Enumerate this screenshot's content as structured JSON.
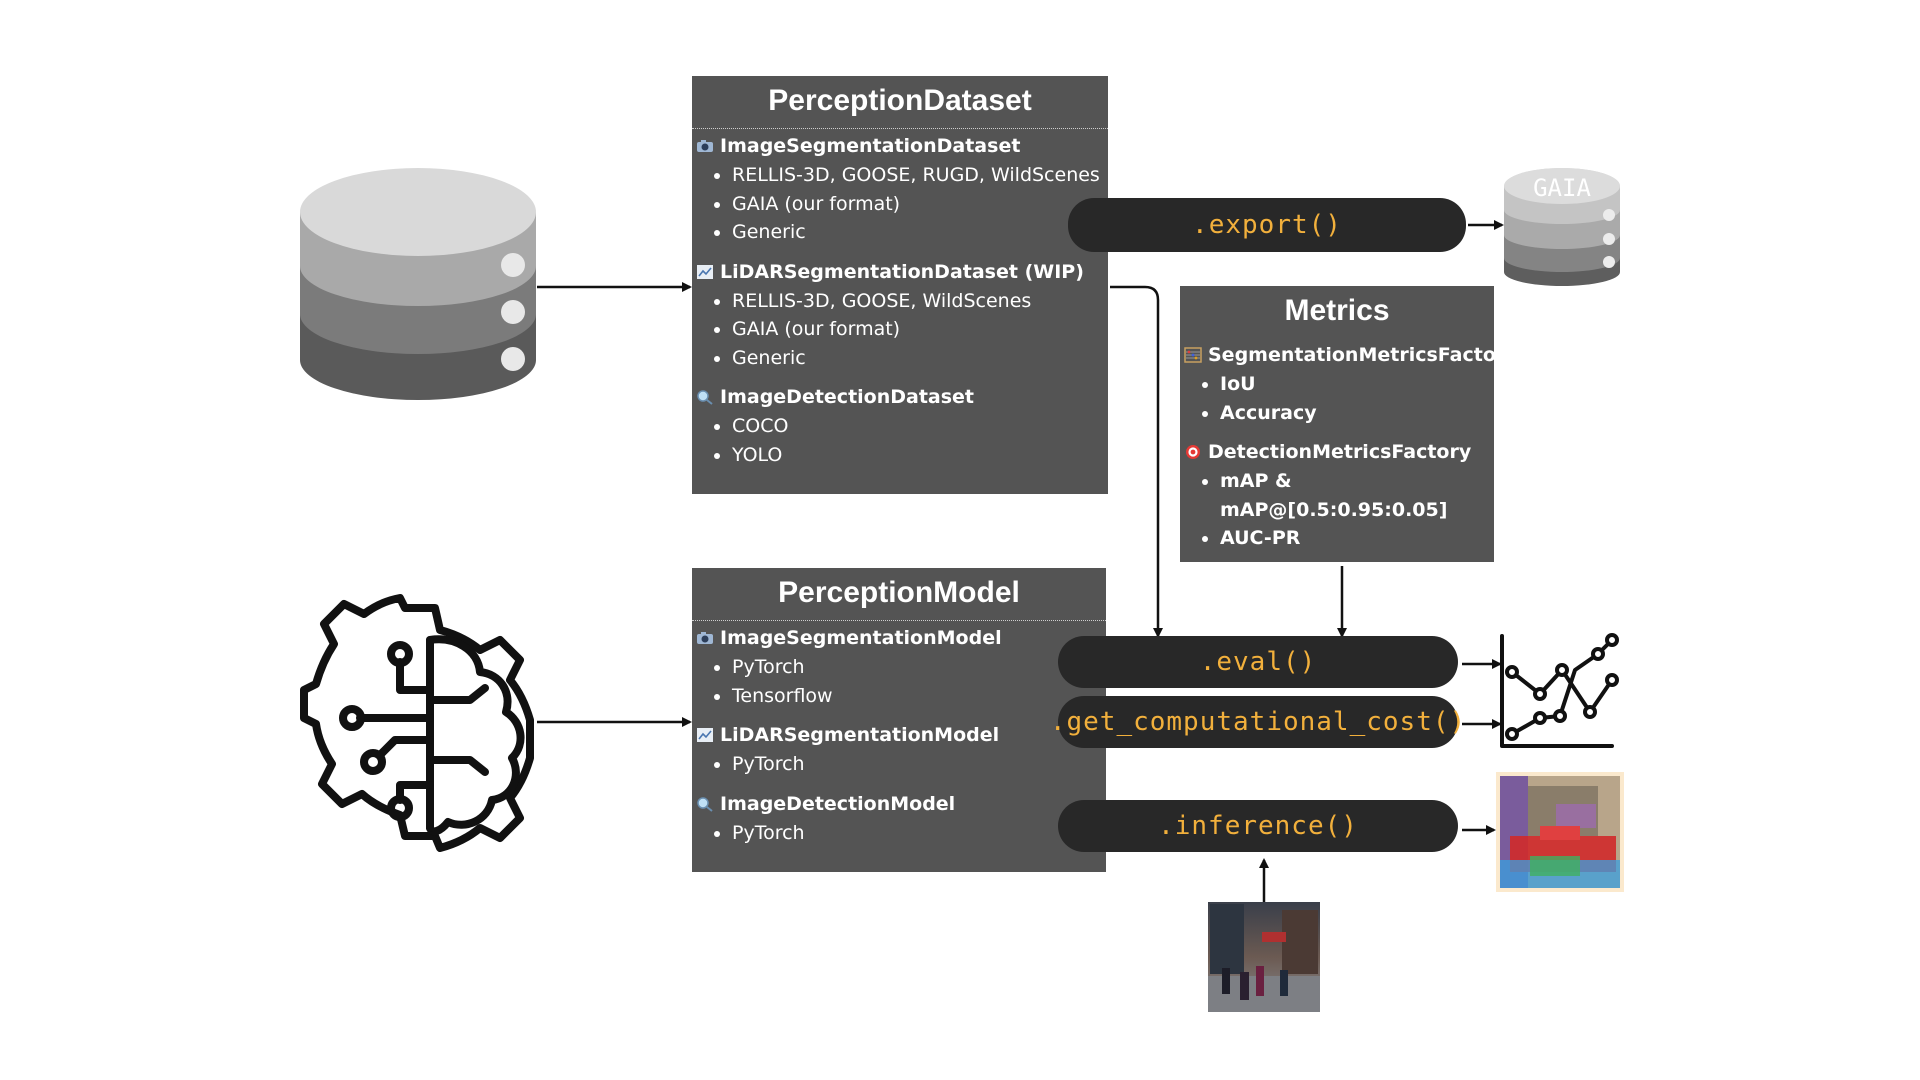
{
  "dataset_panel": {
    "title": "PerceptionDataset",
    "sections": [
      {
        "icon": "camera-icon",
        "name": "ImageSegmentationDataset",
        "items": [
          "RELLIS-3D, GOOSE, RUGD, WildScenes",
          "GAIA (our format)",
          "Generic"
        ]
      },
      {
        "icon": "chart-icon",
        "name": "LiDARSegmentationDataset (WIP)",
        "items": [
          "RELLIS-3D, GOOSE, WildScenes",
          "GAIA (our format)",
          "Generic"
        ]
      },
      {
        "icon": "magnifier-icon",
        "name": "ImageDetectionDataset",
        "items": [
          "COCO",
          "YOLO"
        ]
      }
    ]
  },
  "model_panel": {
    "title": "PerceptionModel",
    "sections": [
      {
        "icon": "camera-icon",
        "name": "ImageSegmentationModel",
        "items": [
          "PyTorch",
          "Tensorflow"
        ]
      },
      {
        "icon": "chart-icon",
        "name": "LiDARSegmentationModel",
        "items": [
          "PyTorch"
        ]
      },
      {
        "icon": "magnifier-icon",
        "name": "ImageDetectionModel",
        "items": [
          "PyTorch"
        ]
      }
    ]
  },
  "metrics_panel": {
    "title": "Metrics",
    "sections": [
      {
        "icon": "abacus-icon",
        "name": "SegmentationMetricsFactory",
        "items": [
          "IoU",
          "Accuracy"
        ]
      },
      {
        "icon": "target-icon",
        "name": "DetectionMetricsFactory",
        "items": [
          "mAP & mAP@[0.5:0.95:0.05]",
          "AUC-PR"
        ]
      }
    ]
  },
  "methods": {
    "export": ".export()",
    "eval": ".eval()",
    "cost": ".get_computational_cost()",
    "inference": ".inference()"
  },
  "gaia_db_label": "GAIA",
  "colors": {
    "panel": "#545454",
    "method_bg": "#282828",
    "method_text": "#f2b03c"
  }
}
